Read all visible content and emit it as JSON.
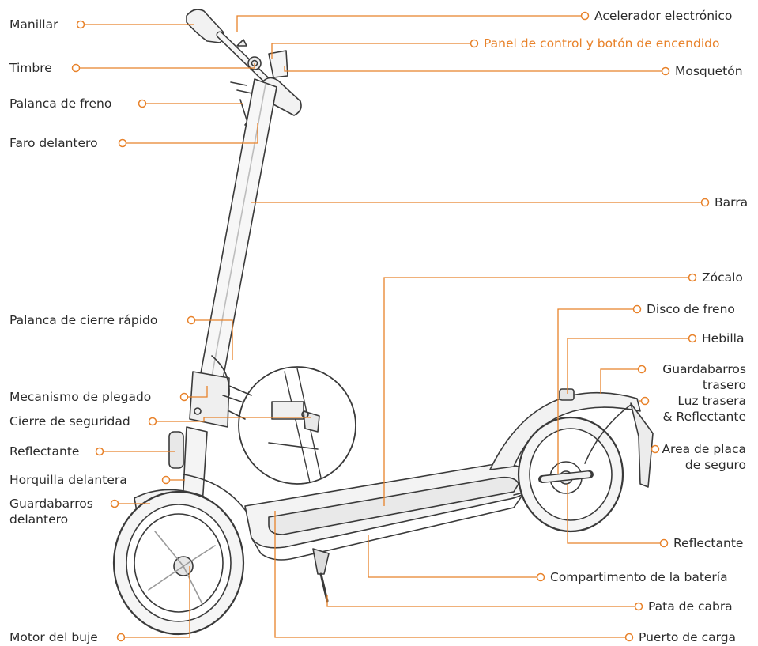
{
  "accent_color": "#e8822a",
  "line_color": "#3a3a3a",
  "labels": {
    "manillar": "Manillar",
    "timbre": "Timbre",
    "palanca_freno": "Palanca de freno",
    "faro_delantero": "Faro delantero",
    "palanca_cierre_rapido": "Palanca de cierre rápido",
    "mecanismo_plegado": "Mecanismo de plegado",
    "cierre_seguridad": "Cierre de seguridad",
    "reflectante_left": "Reflectante",
    "horquilla_delantera": "Horquilla delantera",
    "guardabarros_delantero_1": "Guardabarros",
    "guardabarros_delantero_2": "delantero",
    "motor_buje": "Motor del buje",
    "acelerador": "Acelerador electrónico",
    "panel_control": "Panel de control y botón de encendido",
    "mosqueton": "Mosquetón",
    "barra": "Barra",
    "zocalo": "Zócalo",
    "disco_freno": "Disco de freno",
    "hebilla": "Hebilla",
    "guardabarros_trasero_1": "Guardabarros",
    "guardabarros_trasero_2": "trasero",
    "luz_trasera_1": "Luz trasera",
    "luz_trasera_2": "& Reflectante",
    "area_placa_1": "Area de placa",
    "area_placa_2": "de seguro",
    "reflectante_right": "Reflectante",
    "compartimento_bateria": "Compartimento de la batería",
    "pata_cabra": "Pata de cabra",
    "puerto_carga": "Puerto de carga"
  }
}
